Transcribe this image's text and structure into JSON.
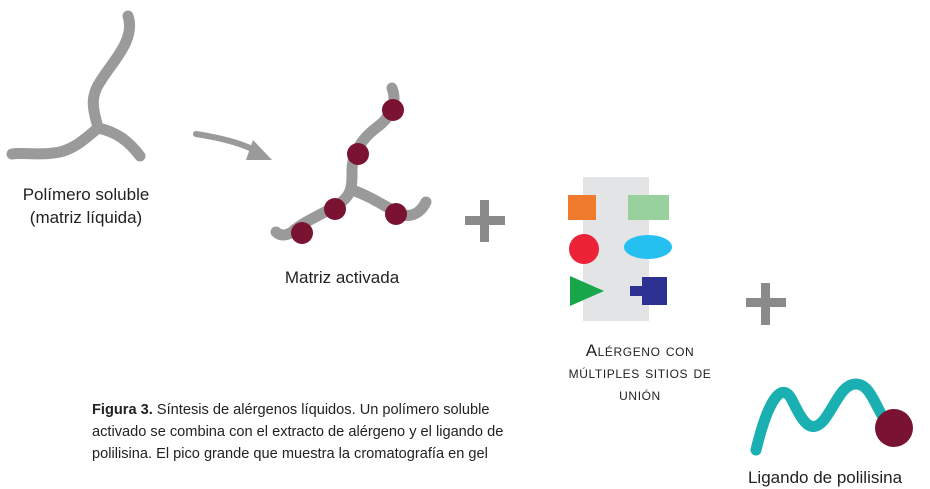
{
  "labels": {
    "soluble_polymer": [
      "Polímero soluble",
      "(matriz líquida)"
    ],
    "activated_matrix": "Matriz activada",
    "allergen": [
      "Alérgeno con",
      "múltiples sitios de",
      "unión"
    ],
    "ligand": "Ligando de polilisina"
  },
  "caption": {
    "bold": "Figura 3.",
    "text": " Síntesis de alérgenos líquidos. Un polímero soluble activado se combina con el extracto de alérgeno y el ligando de polilisina. El pico grande que muestra la cromatografía en gel"
  },
  "colors": {
    "polymer": "#9a9a9a",
    "site": "#7a1332",
    "plus": "#8a8a8a",
    "allergen_panel": "#e2e4e6",
    "orange": "#f07a2c",
    "green_light": "#98d19e",
    "red": "#ec2236",
    "cyan": "#25c0ef",
    "green": "#17a649",
    "navy": "#2c3192",
    "teal": "#1aafb1"
  },
  "icons": [
    "arrow-icon",
    "plus-icon",
    "square-icon",
    "rectangle-icon",
    "circle-icon",
    "ellipse-icon",
    "triangle-icon",
    "notched-square-icon",
    "wave-icon"
  ]
}
